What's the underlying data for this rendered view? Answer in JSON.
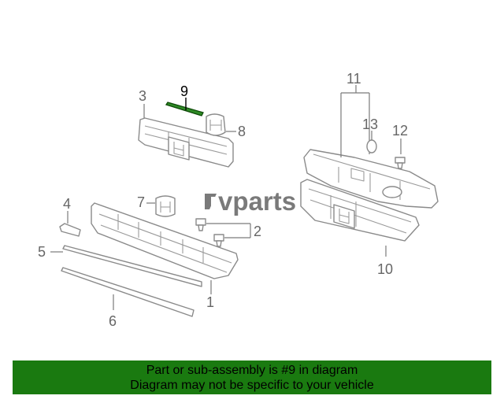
{
  "labels": {
    "p1": "1",
    "p2": "2",
    "p3": "3",
    "p4": "4",
    "p5": "5",
    "p6": "6",
    "p7": "7",
    "p8": "8",
    "p9": "9",
    "p10": "10",
    "p11": "11",
    "p12": "12",
    "p13": "13"
  },
  "watermark": {
    "text": "vparts",
    "color": "#7a7a7a"
  },
  "highlight_part": "9",
  "colors": {
    "highlight": "#1a7a10",
    "line": "#8a8a8a",
    "banner": "#1a7a10"
  },
  "banner": {
    "line1": "Part or sub-assembly is #9 in diagram",
    "line2": "Diagram may not be specific to your vehicle"
  }
}
